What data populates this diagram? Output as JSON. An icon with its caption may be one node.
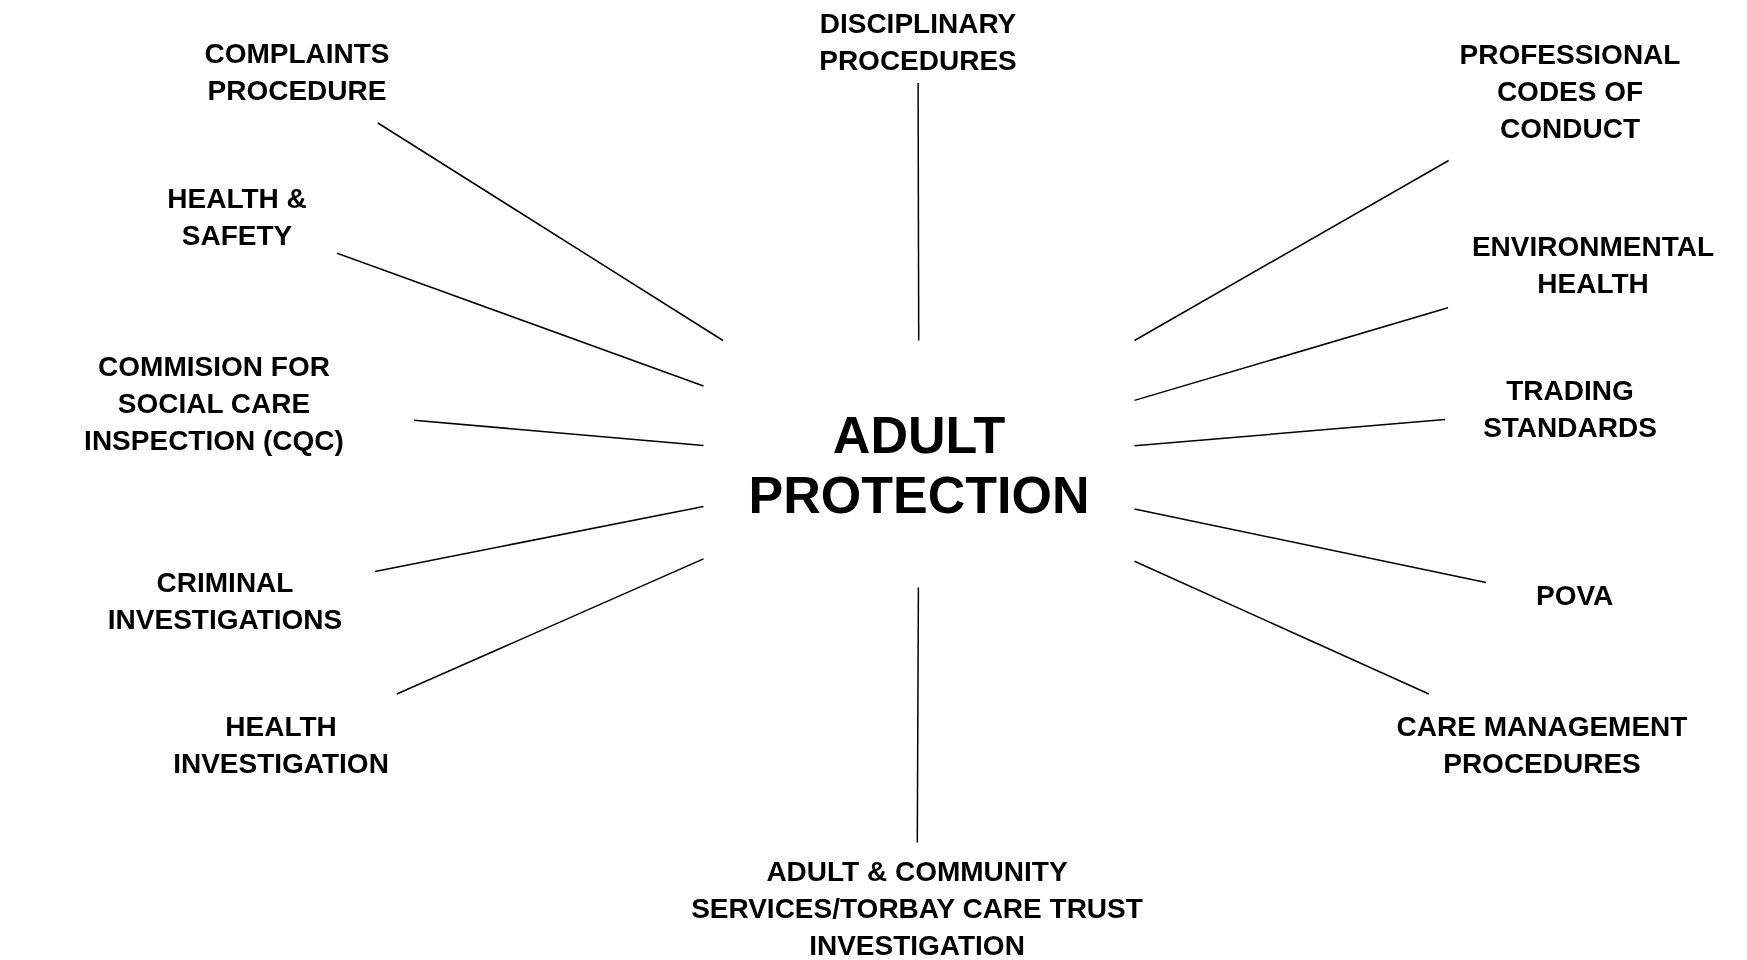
{
  "diagram": {
    "nodes": [
      {
        "text": [
          "DISCIPLINARY PROCEDURES"
        ]
      },
      {
        "text": [
          "COMPLAINTS PROCEDURE"
        ]
      },
      {
        "text": [
          "PROFESSIONAL CODES OF CONDUCT"
        ]
      },
      {
        "text": [
          "HEALTH & SAFETY"
        ]
      },
      {
        "text": [
          "ENVIRONMENTAL HEALTH"
        ]
      },
      {
        "text": [
          "COMMISION FOR SOCIAL CARE INSPECTION (CQC)"
        ]
      },
      {
        "text": [
          "TRADING STANDARDS"
        ]
      },
      {
        "text": [
          "ADULT PROTECTION"
        ]
      },
      {
        "text": [
          "CRIMINAL INVESTIGATIONS"
        ]
      },
      {
        "text": [
          "POVA"
        ]
      },
      {
        "text": [
          "HEALTH INVESTIGATION"
        ]
      },
      {
        "text": [
          "CARE MANAGEMENT PROCEDURES"
        ]
      },
      {
        "text": [
          "ADULT & COMMUNITY SERVICES/TORBAY CARE TRUST INVESTIGATION"
        ]
      }
    ],
    "edges": [
      {
        "from": 7,
        "to": 0,
        "arrow": "none"
      },
      {
        "from": 7,
        "to": 1,
        "arrow": "none"
      },
      {
        "from": 7,
        "to": 2,
        "arrow": "none"
      },
      {
        "from": 7,
        "to": 3,
        "arrow": "none"
      },
      {
        "from": 7,
        "to": 4,
        "arrow": "none"
      },
      {
        "from": 7,
        "to": 5,
        "arrow": "none"
      },
      {
        "from": 7,
        "to": 6,
        "arrow": "none"
      },
      {
        "from": 7,
        "to": 8,
        "arrow": "none"
      },
      {
        "from": 7,
        "to": 9,
        "arrow": "none"
      },
      {
        "from": 7,
        "to": 10,
        "arrow": "none"
      },
      {
        "from": 7,
        "to": 11,
        "arrow": "none"
      },
      {
        "from": 7,
        "to": 12,
        "arrow": "none"
      }
    ]
  }
}
